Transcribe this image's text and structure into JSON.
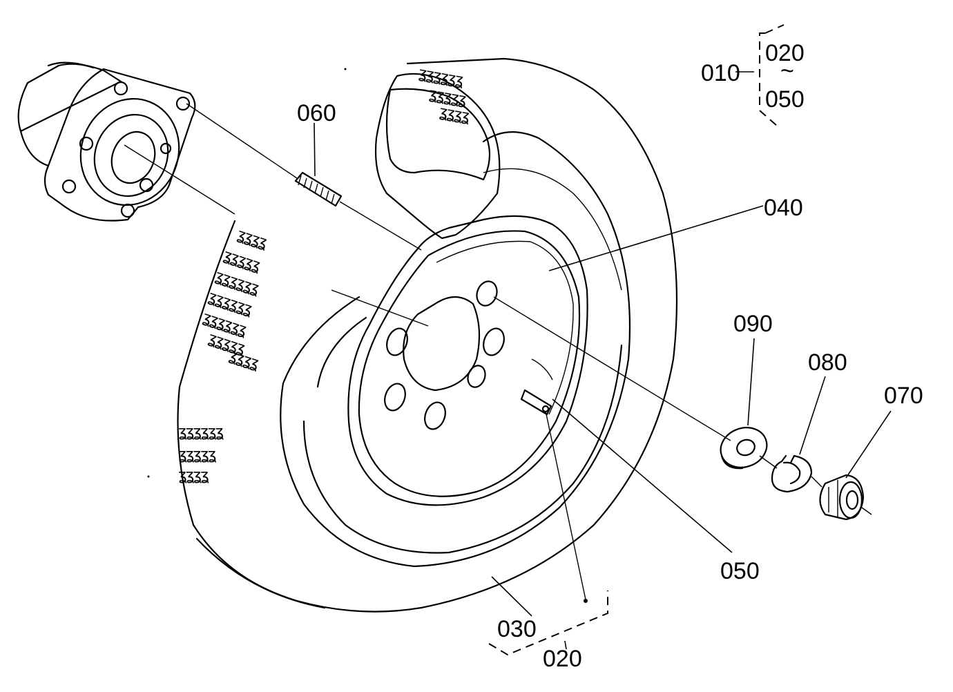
{
  "callouts": {
    "assembly": "010",
    "range_start": "020",
    "range_tilde": "~",
    "range_end": "050",
    "stud": "060",
    "rim": "040",
    "washer_flat": "090",
    "washer_spring": "080",
    "nut": "070",
    "valve": "050",
    "tire": "030",
    "wheel_set": "020"
  },
  "colors": {
    "line": "#000000",
    "background": "#ffffff"
  }
}
